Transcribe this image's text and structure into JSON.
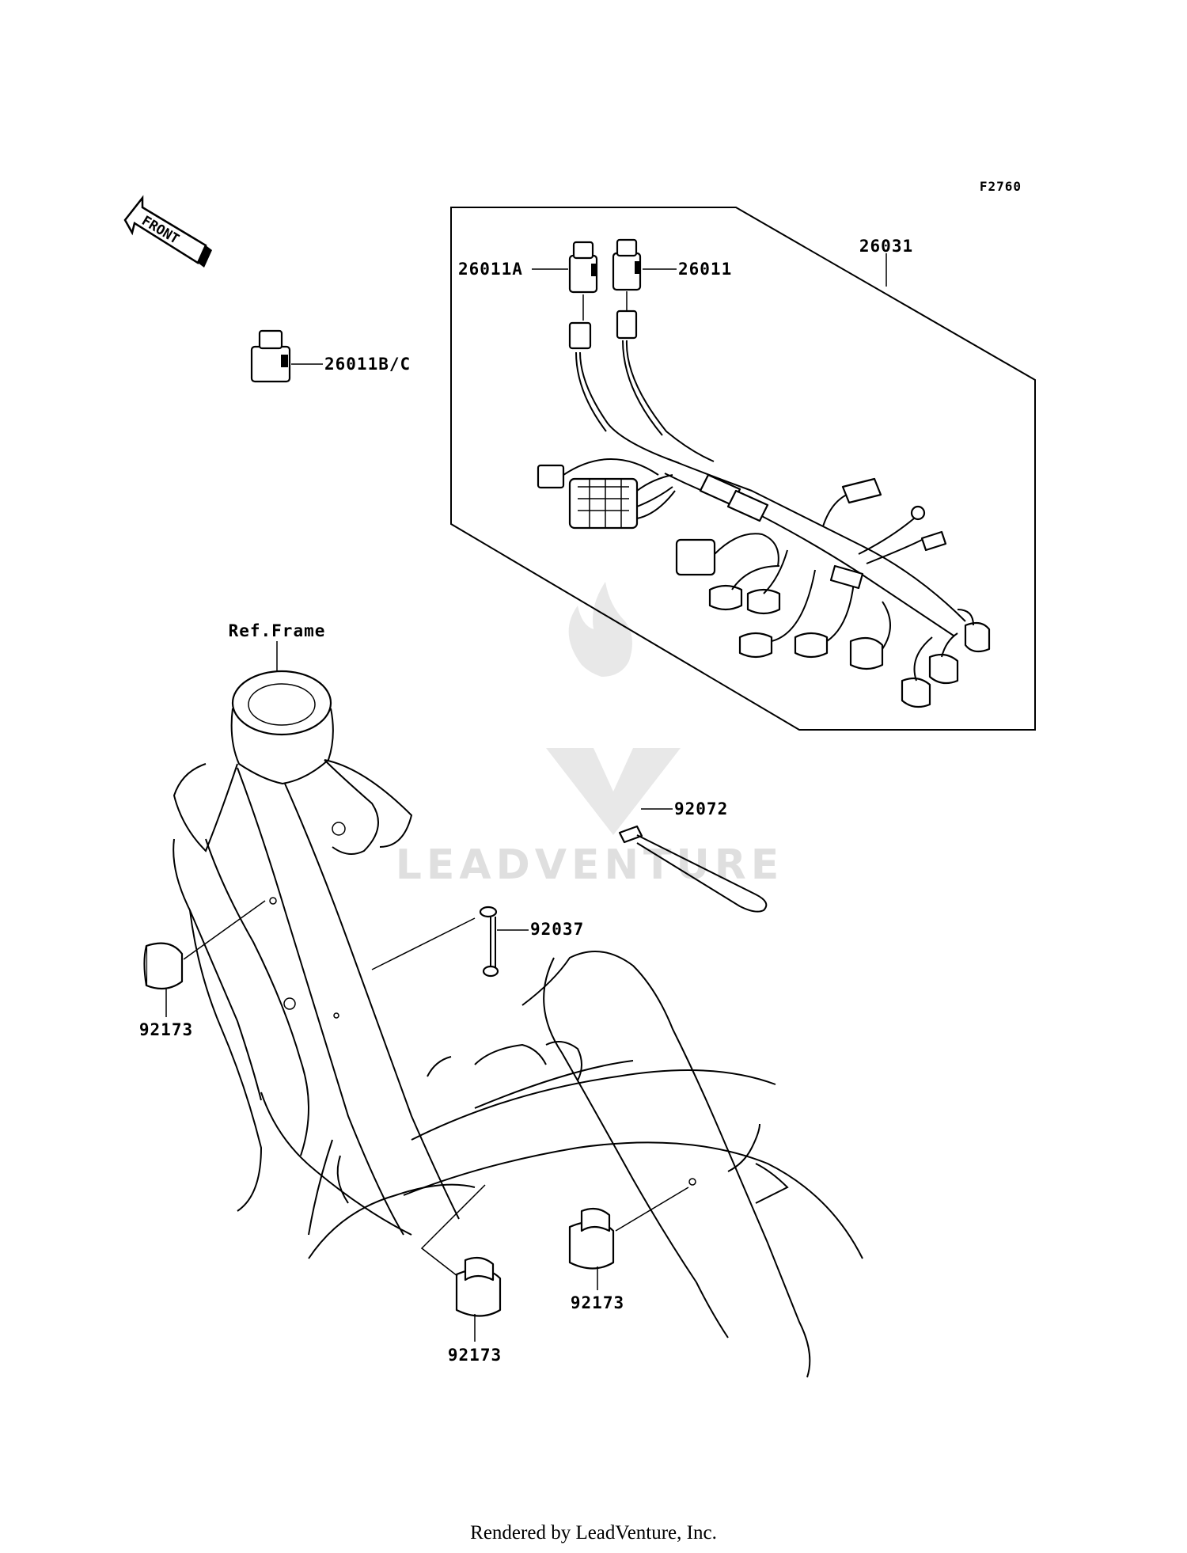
{
  "diagram_code": "F2760",
  "front_arrow_label": "FRONT",
  "ref_frame_label": "Ref.Frame",
  "watermark_text": "LEADVENTURE",
  "footer_text": "Rendered by LeadVenture, Inc.",
  "callouts": {
    "harness": "26031",
    "connector_a": "26011A",
    "connector": "26011",
    "connector_bc": "26011B/C",
    "strap": "92072",
    "wire_lead": "92037",
    "clamp_left": "92173",
    "clamp_bottom_right": "92173",
    "clamp_bottom": "92173"
  }
}
